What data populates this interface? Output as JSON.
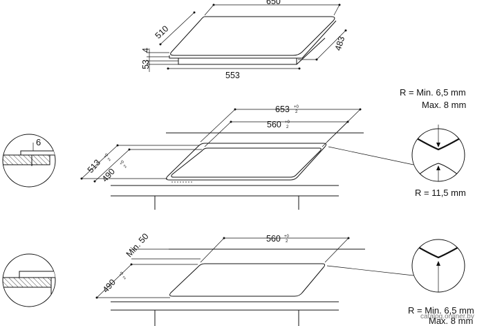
{
  "top_hob": {
    "width": "650",
    "depth": "510",
    "glass_thickness": "4",
    "body_height": "53",
    "body_width": "553",
    "body_depth": "483"
  },
  "flush_install": {
    "cut_width": "653",
    "cut_width_tol_top": "+0",
    "cut_width_tol_bot": "2",
    "inner_width": "560",
    "inner_width_tol_top": "+0",
    "inner_width_tol_bot": "2",
    "cut_depth": "513",
    "cut_depth_tol_top": "+0",
    "cut_depth_tol_bot": "2",
    "inner_depth": "490",
    "inner_depth_tol_top": "+0",
    "inner_depth_tol_bot": "2",
    "rebate_depth": "6",
    "radius_label_min": "R = Min. 6,5 mm",
    "radius_label_max": "Max. 8 mm",
    "radius_outer": "R = 11,5 mm"
  },
  "standard_install": {
    "min_clearance": "Min. 50",
    "cut_width": "560",
    "cut_width_tol_top": "+0",
    "cut_width_tol_bot": "2",
    "cut_depth": "490",
    "cut_depth_tol_top": "+0",
    "cut_depth_tol_bot": "2",
    "radius_label_min": "R = Min. 6,5 mm",
    "radius_label_max": "Max. 8 mm"
  },
  "watermark": "catalog.onliner.by"
}
